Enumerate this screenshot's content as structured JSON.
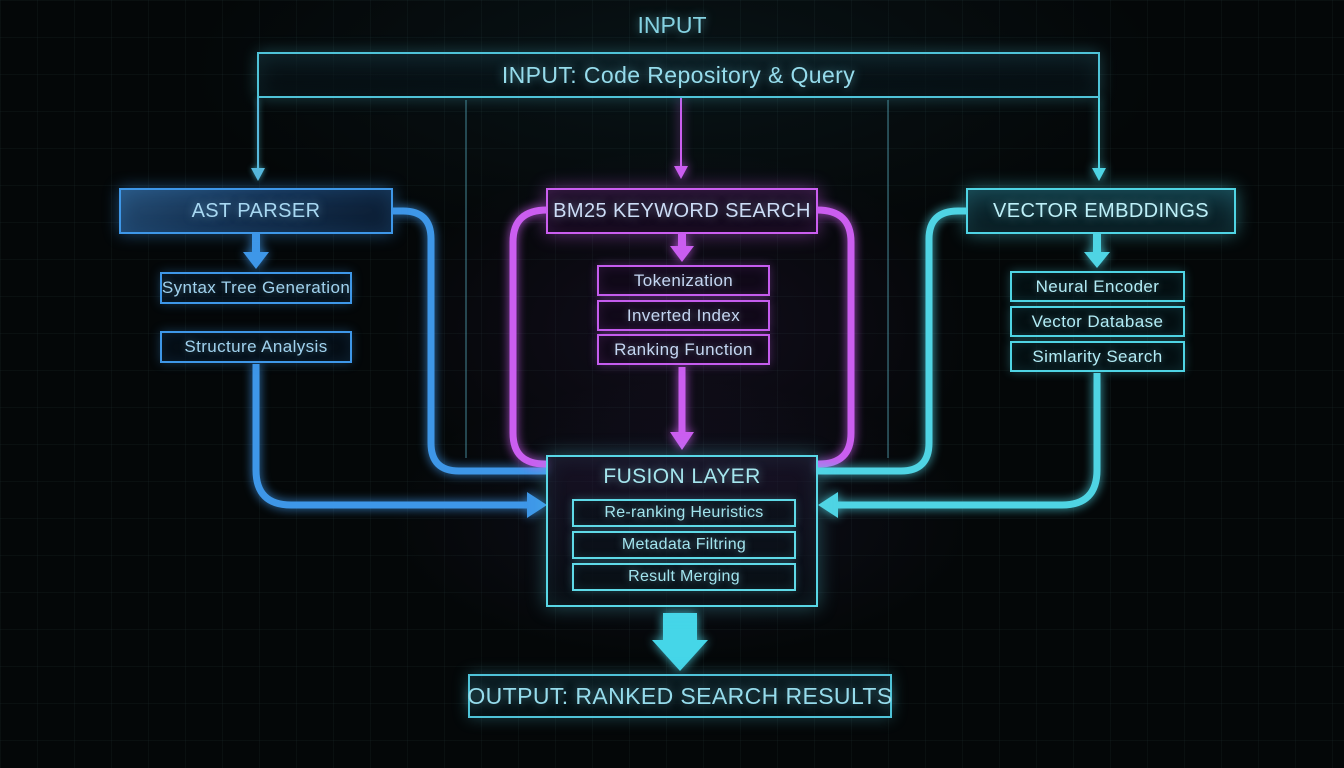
{
  "page_title": "INPUT",
  "input": {
    "label": "INPUT: Code Repository & Query"
  },
  "branches": {
    "ast": {
      "title": "AST PARSER",
      "items": [
        "Syntax Tree Generation",
        "Structure Analysis"
      ]
    },
    "bm25": {
      "title": "BM25 KEYWORD SEARCH",
      "items": [
        "Tokenization",
        "Inverted Index",
        "Ranking Function"
      ]
    },
    "vector": {
      "title": "VECTOR EMBDDINGS",
      "items": [
        "Neural Encoder",
        "Vector Database",
        "Simlarity Search"
      ]
    }
  },
  "fusion": {
    "title": "FUSION LAYER",
    "items": [
      "Re-ranking Heuristics",
      "Metadata Filtring",
      "Result Merging"
    ]
  },
  "output": {
    "label": "OUTPUT: RANKED SEARCH RESULTS"
  },
  "colors": {
    "blue_accent": "#3e97e8",
    "magenta_accent": "#cb5ef0",
    "cyan_accent": "#4fd4e4",
    "teal_border": "#4fc3d8",
    "background": "#040708"
  }
}
